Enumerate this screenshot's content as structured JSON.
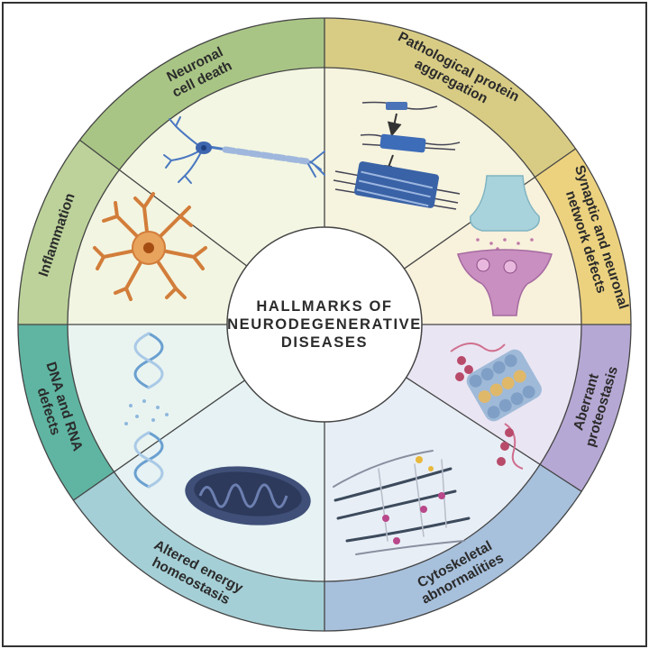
{
  "center_title": [
    "HALLMARKS OF",
    "NEURODEGENERATIVE",
    "DISEASES"
  ],
  "segments": [
    {
      "id": "neuronal-cell-death",
      "lines": [
        "Neuronal",
        "cell death"
      ],
      "band_color": "#a9c585",
      "inner_color": "#f3f6e2",
      "icon": "neuron-icon"
    },
    {
      "id": "pathological-protein-aggregation",
      "lines": [
        "Pathological protein",
        "aggregation"
      ],
      "band_color": "#d8cc85",
      "inner_color": "#f6f3de",
      "icon": "protein-fibril-icon"
    },
    {
      "id": "synaptic-network-defects",
      "lines": [
        "Synaptic and neuronal",
        "network defects"
      ],
      "band_color": "#ecd27f",
      "inner_color": "#f8f1dc",
      "icon": "synapse-icon"
    },
    {
      "id": "aberrant-proteostasis",
      "lines": [
        "Aberrant",
        "proteostasis"
      ],
      "band_color": "#b6a8d4",
      "inner_color": "#eae5f3",
      "icon": "proteasome-icon"
    },
    {
      "id": "cytoskeletal-abnormalities",
      "lines": [
        "Cytoskeletal",
        "abnormalities"
      ],
      "band_color": "#a7c0dc",
      "inner_color": "#e8eef6",
      "icon": "cytoskeleton-icon"
    },
    {
      "id": "altered-energy-homeostasis",
      "lines": [
        "Altered energy",
        "homeostasis"
      ],
      "band_color": "#a5cfd6",
      "inner_color": "#e6f2f3",
      "icon": "mitochondrion-icon"
    },
    {
      "id": "dna-rna-defects",
      "lines": [
        "DNA and RNA",
        "defects"
      ],
      "band_color": "#5fb5a2",
      "inner_color": "#e9f4f1",
      "icon": "dna-helix-icon"
    },
    {
      "id": "inflammation",
      "lines": [
        "Inflammation"
      ],
      "band_color": "#bcd29a",
      "inner_color": "#f2f5e1",
      "icon": "microglia-icon"
    }
  ],
  "colors": {
    "divider": "#444444",
    "frame": "#333333",
    "center_fill": "#ffffff"
  }
}
